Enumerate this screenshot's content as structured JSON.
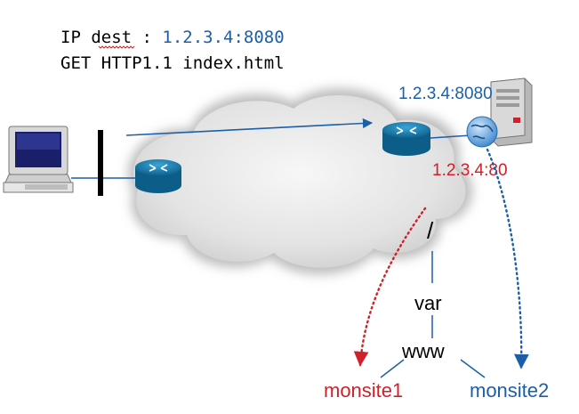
{
  "request": {
    "ip_label": "IP dest : ",
    "ip_value": "1.2.3.4:8080",
    "get_line": "GET HTTP1.1 index.html"
  },
  "server": {
    "address_8080": "1.2.3.4:8080",
    "address_80": "1.2.3.4:80"
  },
  "filesystem": {
    "root": "/",
    "var": "var",
    "www": "www",
    "site1": "monsite1",
    "site2": "monsite2"
  },
  "colors": {
    "blue": "#1b5fa8",
    "red": "#d0202a",
    "black": "#000000",
    "cloud": "#e9e9e9"
  }
}
